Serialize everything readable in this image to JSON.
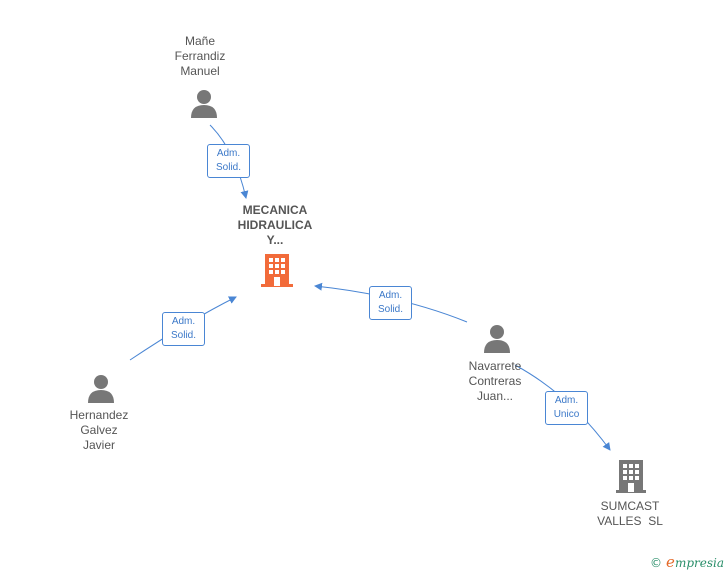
{
  "nodes": {
    "center": {
      "lines": [
        "MECANICA",
        "HIDRAULICA",
        "Y..."
      ],
      "color": "#f26b3a",
      "icon": "building-icon"
    },
    "person_top": {
      "lines": [
        "Mañe",
        "Ferrandiz",
        "Manuel"
      ],
      "icon": "person-icon"
    },
    "person_left": {
      "lines": [
        "Hernandez",
        "Galvez",
        "Javier"
      ],
      "icon": "person-icon"
    },
    "person_right": {
      "lines": [
        "Navarrete",
        "Contreras",
        "Juan..."
      ],
      "icon": "person-icon"
    },
    "company_bottom": {
      "lines": [
        "SUMCAST",
        "VALLES  SL"
      ],
      "icon": "building-icon"
    }
  },
  "edges": {
    "top": [
      "Adm.",
      "Solid."
    ],
    "left": [
      "Adm.",
      "Solid."
    ],
    "right": [
      "Adm.",
      "Solid."
    ],
    "bottom": [
      "Adm.",
      "Unico"
    ]
  },
  "colors": {
    "edge": "#4a86d4",
    "icon_gray": "#777777"
  },
  "brand": {
    "copyright": "©",
    "e": "e",
    "name": "mpresia"
  }
}
